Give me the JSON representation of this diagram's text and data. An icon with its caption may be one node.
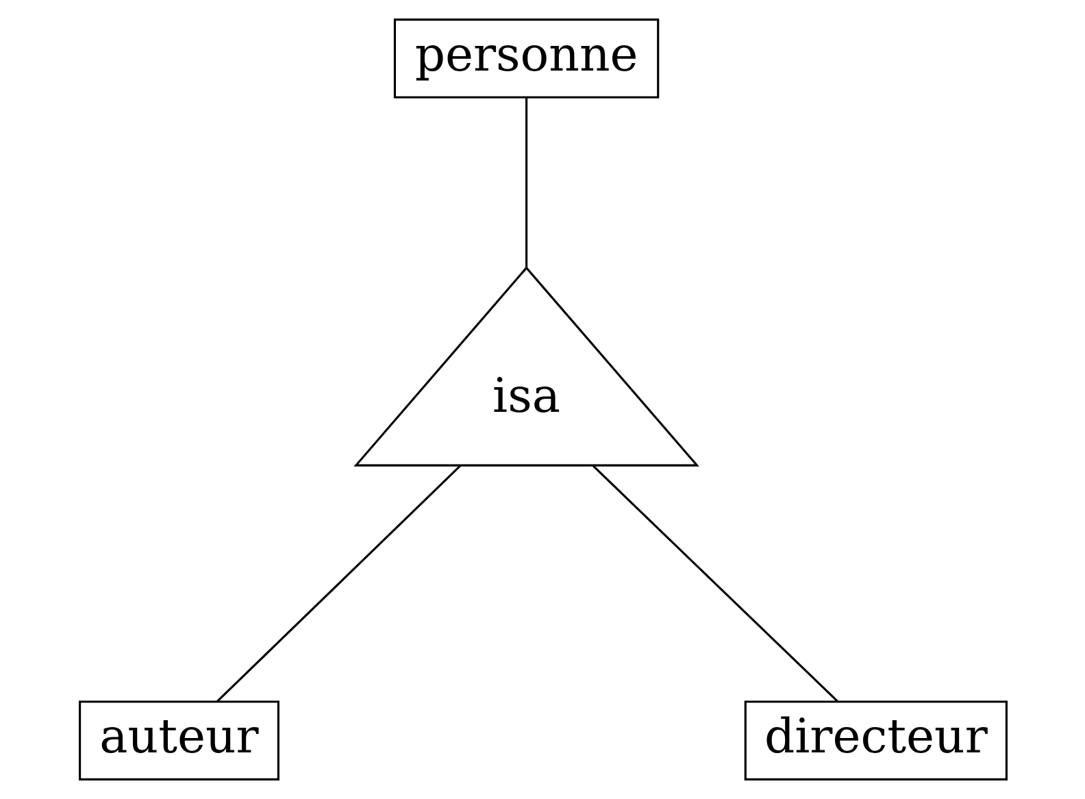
{
  "diagram": {
    "nodes": [
      {
        "text": [
          "personne"
        ]
      },
      {
        "text": [
          "isa"
        ]
      },
      {
        "text": [
          "auteur"
        ]
      },
      {
        "text": [
          "directeur"
        ]
      }
    ],
    "edges": [
      {
        "from": 0,
        "to": 1,
        "arrow": "none"
      },
      {
        "from": 1,
        "to": 2,
        "arrow": "none"
      },
      {
        "from": 1,
        "to": 3,
        "arrow": "none"
      }
    ]
  }
}
